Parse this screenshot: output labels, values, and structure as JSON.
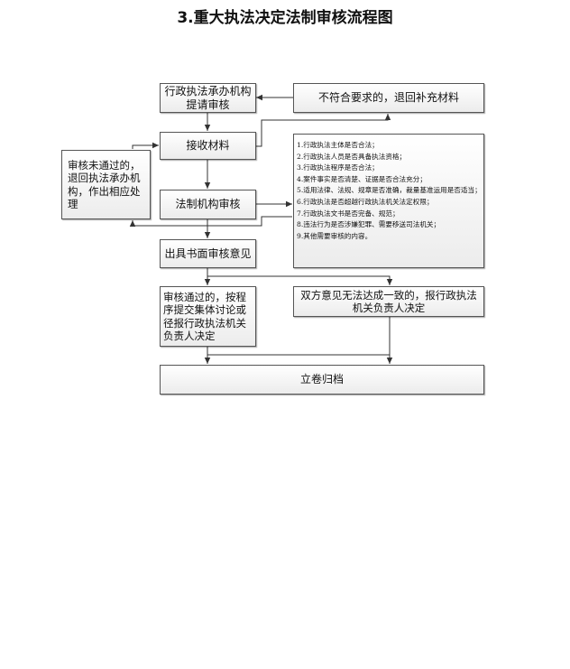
{
  "title": "3.重大执法决定法制审核流程图",
  "boxes": {
    "submit": "行政执法承办机构提请审核",
    "reject": "不符合要求的，退回补充材料",
    "receive": "接收材料",
    "return_box": "审核未通过的，退回执法承办机构，作出相应处理",
    "legal_review": "法制机构审核",
    "opinion": "出具书面审核意见",
    "passed": "审核通过的，按程序提交集体讨论或径报行政执法机关负责人决定",
    "disagree": "双方意见无法达成一致的，报行政执法机关负责人决定",
    "archive": "立卷归档"
  },
  "criteria": [
    "1.行政执法主体是否合法；",
    "2.行政执法人员是否具备执法资格；",
    "3.行政执法程序是否合法；",
    "4.案件事实是否清楚、证据是否合法充分；",
    "5.适用法律、法规、规章是否准确，裁量基准运用是否适当；",
    "6.行政执法是否超越行政执法机关法定权限；",
    "7.行政执法文书是否完备、规范；",
    "8.违法行为是否涉嫌犯罪、需要移送司法机关；",
    "9.其他需要审核的内容。"
  ]
}
